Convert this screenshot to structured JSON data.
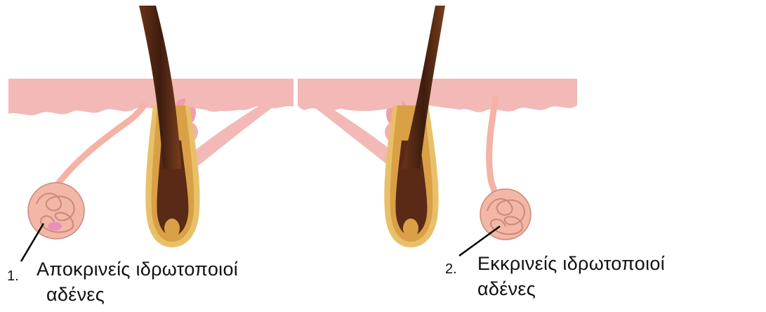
{
  "labels": {
    "apocrine": {
      "number": "1.",
      "line1": "Αποκρινείς ιδρωτοποιοί",
      "line2": "αδένες"
    },
    "eccrine": {
      "number": "2.",
      "line1": "Εκκρινείς ιδρωτοποιοί",
      "line2": "αδένες"
    }
  },
  "colors": {
    "skin": "#f0b8b8",
    "skin_dark": "#e79aa0",
    "gland": "#f2b8a4",
    "gland_outline": "#c98a7a",
    "hair_dark": "#4a2416",
    "hair_mid": "#8a4a22",
    "follicle_outer": "#e8c070",
    "follicle_bulb": "#d89a40"
  }
}
